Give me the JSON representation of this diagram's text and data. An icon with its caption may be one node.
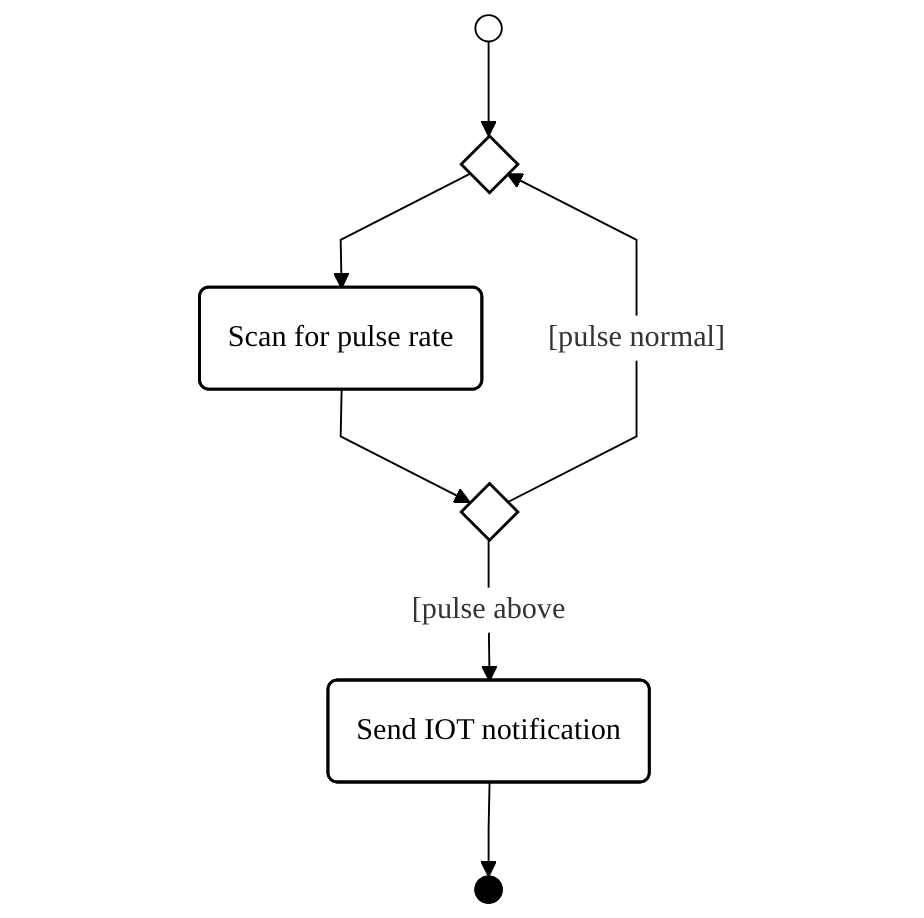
{
  "diagram": {
    "nodes": [
      {
        "text": [],
        "shape": "circle"
      },
      {
        "text": [],
        "shape": "diamond"
      },
      {
        "text": [
          "Scan for pulse rate"
        ]
      },
      {
        "text": [],
        "shape": "diamond"
      },
      {
        "text": [
          "Send IOT notification"
        ]
      },
      {
        "text": [],
        "shape": "circle"
      }
    ],
    "edges": [
      {
        "from": 0,
        "to": 1,
        "arrow": "to"
      },
      {
        "from": 1,
        "to": 2,
        "arrow": "to"
      },
      {
        "from": 2,
        "to": 3,
        "arrow": "to"
      },
      {
        "from": 3,
        "to": 1,
        "arrow": "to",
        "label": "[pulse normal]"
      },
      {
        "from": 3,
        "to": 4,
        "arrow": "to",
        "label": "[pulse above"
      },
      {
        "from": 4,
        "to": 5,
        "arrow": "to"
      }
    ]
  }
}
